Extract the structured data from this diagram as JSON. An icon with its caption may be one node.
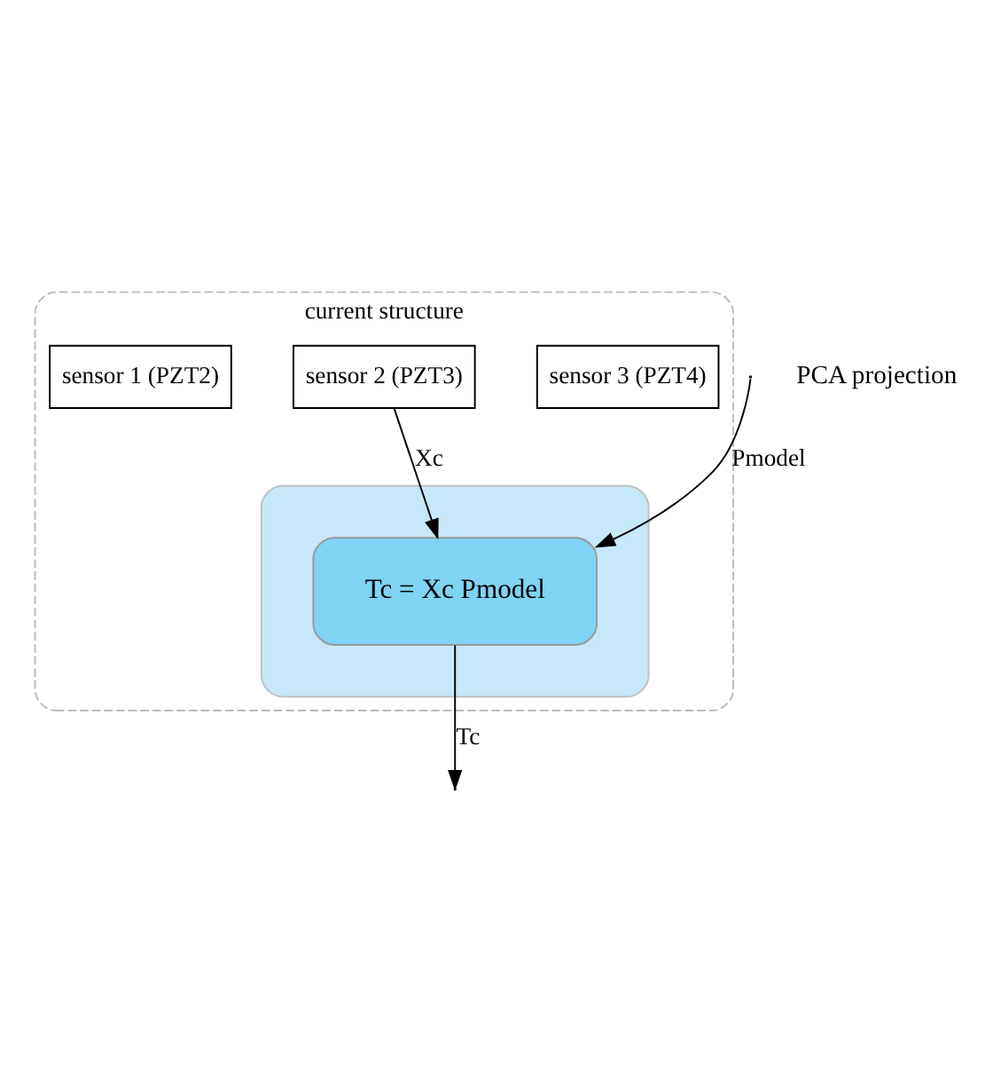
{
  "diagram": {
    "nodes": [
      {
        "text": [
          "current structure"
        ]
      },
      {
        "text": [
          "sensor 1 (PZT2)"
        ],
        "in": 0
      },
      {
        "text": [
          "sensor 2 (PZT3)"
        ],
        "in": 0
      },
      {
        "text": [
          "sensor 3 (PZT4)"
        ],
        "in": 0
      },
      {
        "text": [],
        "shape": "box",
        "in": 0
      },
      {
        "text": [
          "Tc = Xc Pmodel"
        ],
        "in": 4
      }
    ],
    "edges": [
      {
        "from": 2,
        "to": 5,
        "arrow": "to",
        "label": "Xc"
      },
      {
        "from": null,
        "to": 5,
        "arrow": "to",
        "label": "Pmodel"
      },
      {
        "from": 5,
        "to": null,
        "arrow": "to",
        "label": "Tc"
      }
    ],
    "labels": [
      "PCA projection"
    ]
  }
}
